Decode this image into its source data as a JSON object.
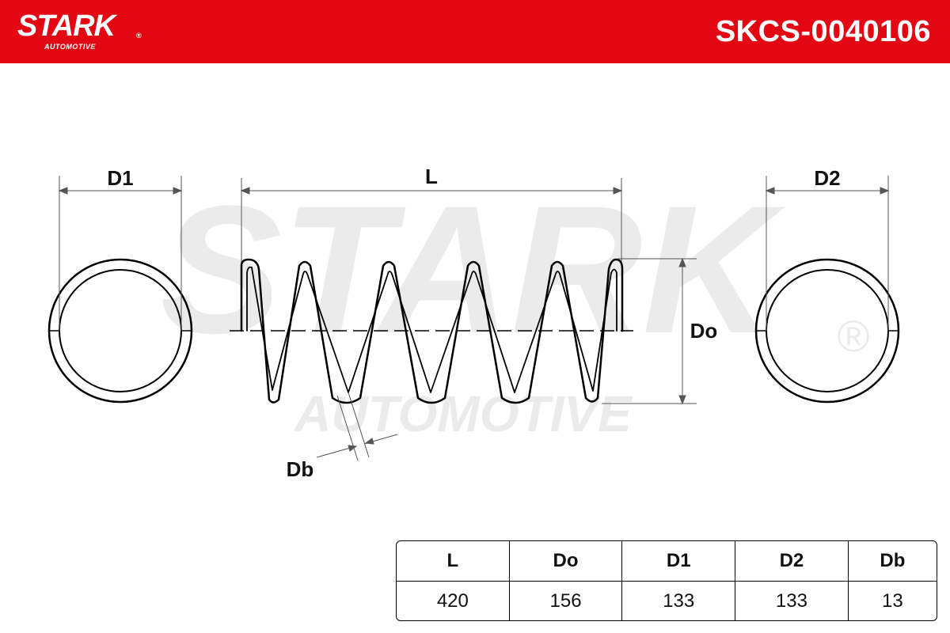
{
  "header": {
    "brand": "STARK",
    "brand_registered": "®",
    "brand_sub": "AUTOMOTIVE",
    "part_number": "SKCS-0040106",
    "color": "#e30613"
  },
  "watermark": {
    "line1": "STARK",
    "line2": "AUTOMOTIVE",
    "registered": "®"
  },
  "diagram_labels": {
    "d1": "D1",
    "l": "L",
    "d2": "D2",
    "do": "Do",
    "db": "Db"
  },
  "spec_table": {
    "headers": [
      "L",
      "Do",
      "D1",
      "D2",
      "Db"
    ],
    "values": [
      "420",
      "156",
      "133",
      "133",
      "13"
    ]
  }
}
